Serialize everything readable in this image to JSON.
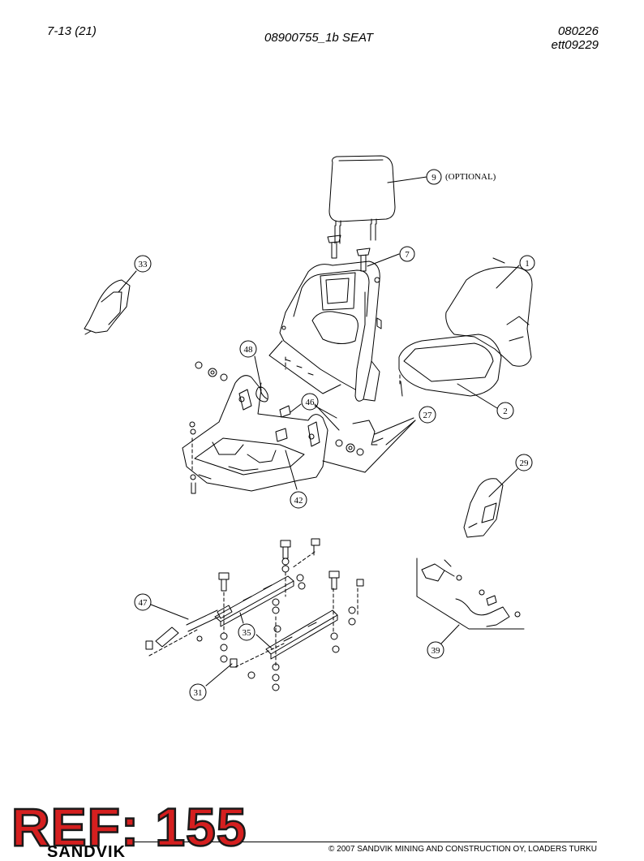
{
  "header": {
    "page_ref": "7-13 (21)",
    "title": "08900755_1b SEAT",
    "date": "080226",
    "code": "ett09229"
  },
  "callouts": [
    "9",
    "7",
    "1",
    "33",
    "48",
    "46",
    "27",
    "2",
    "29",
    "42",
    "47",
    "35",
    "31",
    "39"
  ],
  "optional_note": "(OPTIONAL)",
  "ref_stamp": "REF: 155",
  "logo_text": "SANDVIK",
  "footer": {
    "copyright": "© 2007 SANDVIK MINING AND CONSTRUCTION OY, LOADERS TURKU"
  }
}
